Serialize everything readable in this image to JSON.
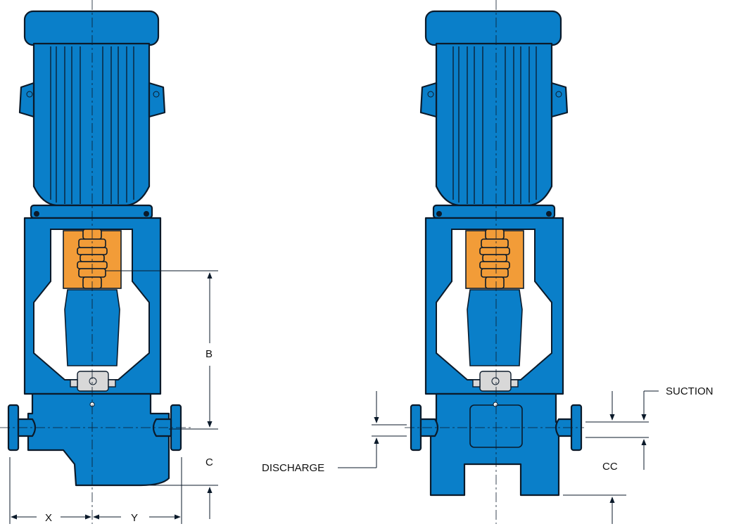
{
  "labels": {
    "b": "B",
    "c": "C",
    "x": "X",
    "y": "Y",
    "cc": "CC",
    "suction": "SUCTION",
    "discharge": "DISCHARGE"
  },
  "colors": {
    "pump_body": "#0a7fc9",
    "coupling_guard": "#f29c38",
    "outline": "#0b1a2a"
  }
}
